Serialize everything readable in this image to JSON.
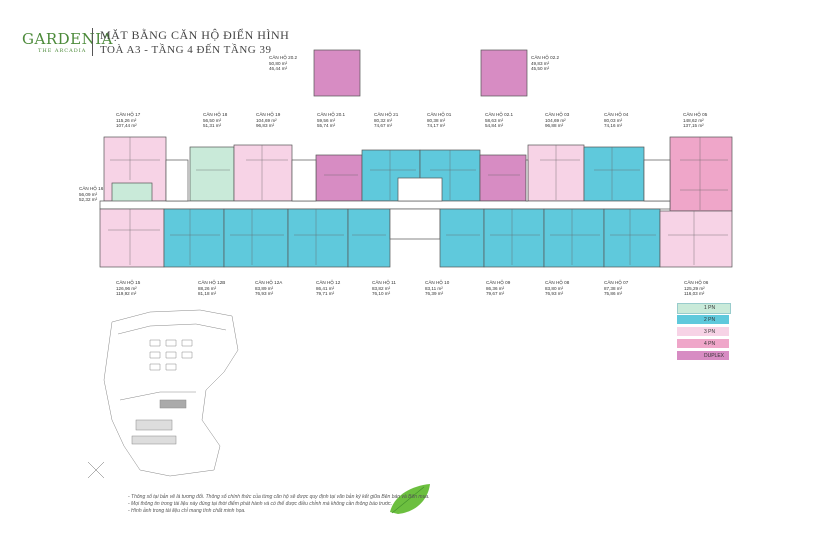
{
  "brand": {
    "logo": "GARDENIA",
    "logo_sub": "THE ARCADIA"
  },
  "header": {
    "title": "MẶT BẰNG CĂN HỘ ĐIỂN HÌNH",
    "subtitle": "TOÀ A3 - TẦNG 4 ĐẾN TẦNG 39"
  },
  "colors": {
    "1pn": "#c9ead9",
    "2pn": "#5fc9dc",
    "3pn": "#f7d3e6",
    "4pn": "#efa6c9",
    "duplex": "#d78cc3",
    "line": "#555555"
  },
  "units": {
    "u20_2": {
      "name": "CĂN HỘ 20.2",
      "a1": "50,80 m²",
      "a2": "46,44 m²"
    },
    "u02_2": {
      "name": "CĂN HỘ 02.2",
      "a1": "49,83 m²",
      "a2": "45,50 m²"
    },
    "u17": {
      "name": "CĂN HỘ 17",
      "a1": "115,26 m²",
      "a2": "107,44 m²"
    },
    "u18": {
      "name": "CĂN HỘ 18",
      "a1": "56,50 m²",
      "a2": "51,31 m²"
    },
    "u19": {
      "name": "CĂN HỘ 19",
      "a1": "104,69 m²",
      "a2": "96,83 m²"
    },
    "u20_1": {
      "name": "CĂN HỘ 20.1",
      "a1": "59,56 m²",
      "a2": "55,74 m²"
    },
    "u21": {
      "name": "CĂN HỘ 21",
      "a1": "80,32 m²",
      "a2": "74,67 m²"
    },
    "u01": {
      "name": "CĂN HỘ 01",
      "a1": "80,38 m²",
      "a2": "74,17 m²"
    },
    "u02_1": {
      "name": "CĂN HỘ 02.1",
      "a1": "58,63 m²",
      "a2": "54,84 m²"
    },
    "u03": {
      "name": "CĂN HỘ 03",
      "a1": "104,69 m²",
      "a2": "96,88 m²"
    },
    "u04": {
      "name": "CĂN HỘ 04",
      "a1": "80,03 m²",
      "a2": "74,16 m²"
    },
    "u05": {
      "name": "CĂN HỘ 05",
      "a1": "148,62 m²",
      "a2": "137,15 m²"
    },
    "u16": {
      "name": "CĂN HỘ 16",
      "a1": "56,09 m²",
      "a2": "52,32 m²"
    },
    "u15": {
      "name": "CĂN HỘ 15",
      "a1": "126,96 m²",
      "a2": "119,92 m²"
    },
    "u12b": {
      "name": "CĂN HỘ 12B",
      "a1": "88,26 m²",
      "a2": "81,18 m²"
    },
    "u12a": {
      "name": "CĂN HỘ 12A",
      "a1": "83,89 m²",
      "a2": "76,93 m²"
    },
    "u12": {
      "name": "CĂN HỘ 12",
      "a1": "86,41 m²",
      "a2": "79,71 m²"
    },
    "u11": {
      "name": "CĂN HỘ 11",
      "a1": "83,82 m²",
      "a2": "76,10 m²"
    },
    "u10": {
      "name": "CĂN HỘ 10",
      "a1": "83,11 m²",
      "a2": "76,39 m²"
    },
    "u09": {
      "name": "CĂN HỘ 09",
      "a1": "86,36 m²",
      "a2": "79,67 m²"
    },
    "u08": {
      "name": "CĂN HỘ 08",
      "a1": "83,80 m²",
      "a2": "76,93 m²"
    },
    "u07": {
      "name": "CĂN HỘ 07",
      "a1": "87,38 m²",
      "a2": "75,86 m²"
    },
    "u06": {
      "name": "CĂN HỘ 06",
      "a1": "125,29 m²",
      "a2": "116,03 m²"
    }
  },
  "legend": {
    "l1": "1 PN",
    "l2": "2 PN",
    "l3": "3 PN",
    "l4": "4 PN",
    "l5": "DUPLEX"
  },
  "notes": {
    "n1": "- Thông số tại bản vẽ là tương đối. Thông số chính thức của từng căn hộ sẽ được quy định tại văn bản ký kết giữa Bên bán và Bên mua.",
    "n2": "- Mọi thông tin trong tài liệu này đúng tại thời điểm phát hành và có thể được điều chỉnh mà không cần thông báo trước.",
    "n3": "- Hình ảnh trong tài liệu chỉ mang tính chất minh họa."
  }
}
